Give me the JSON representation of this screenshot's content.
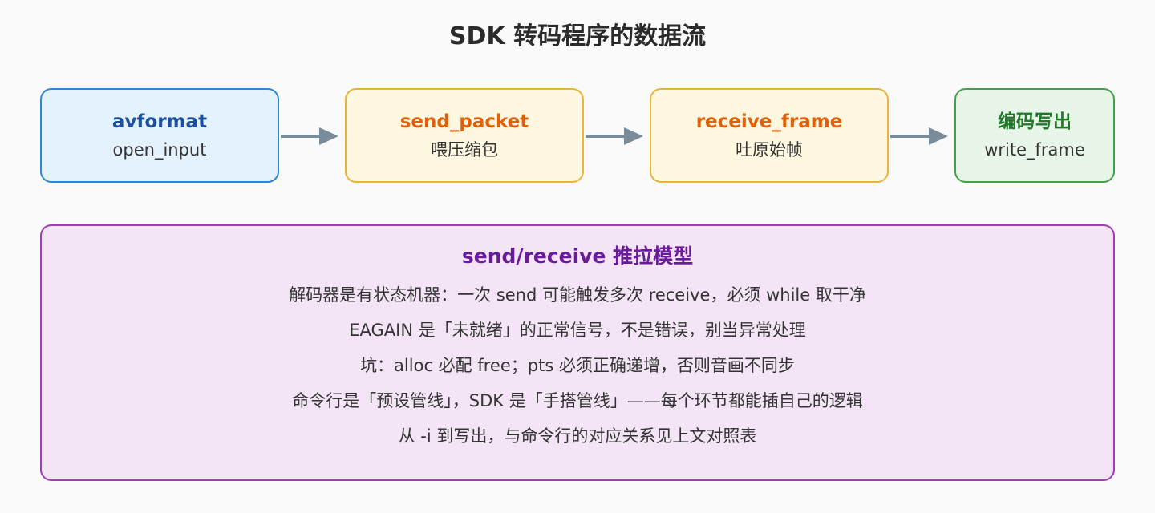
{
  "title": "SDK 转码程序的数据流",
  "colors": {
    "stage1_name": "#1e4f9c",
    "stage2_name": "#e0600b",
    "stage3_name": "#e0600b",
    "stage4_name": "#1f7a28",
    "arrow": "#7a8c99",
    "model_title": "#6a1b9a"
  },
  "stages": [
    {
      "name": "avformat",
      "desc": "open_input"
    },
    {
      "name": "send_packet",
      "desc": "喂压缩包"
    },
    {
      "name": "receive_frame",
      "desc": "吐原始帧"
    },
    {
      "name": "编码写出",
      "desc": "write_frame"
    }
  ],
  "model": {
    "title": "send/receive 推拉模型",
    "lines": [
      "解码器是有状态机器：一次 send 可能触发多次 receive，必须 while 取干净",
      "EAGAIN 是「未就绪」的正常信号，不是错误，别当异常处理",
      "坑：alloc 必配 free；pts 必须正确递增，否则音画不同步",
      "命令行是「预设管线」，SDK 是「手搭管线」——每个环节都能插自己的逻辑",
      "从 -i 到写出，与命令行的对应关系见上文对照表"
    ]
  }
}
